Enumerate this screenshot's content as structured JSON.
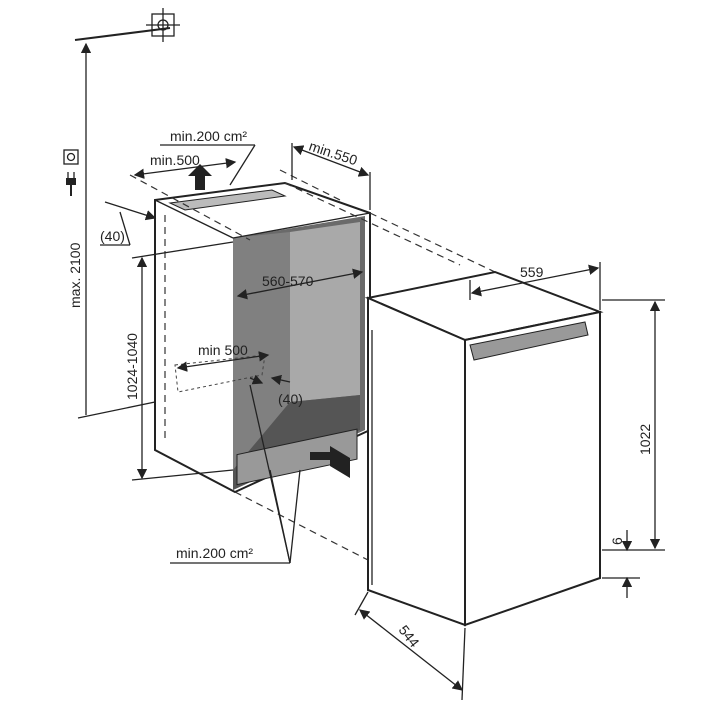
{
  "diagram": {
    "title": "Built-in refrigerator installation dimensions",
    "labels": {
      "top_vent_area": "min.200 cm²",
      "top_depth_min": "min.500",
      "niche_depth_min": "min.550",
      "top_gap": "(40)",
      "max_height": "max. 2100",
      "niche_height": "1024-1040",
      "niche_width": "560-570",
      "bottom_depth_min": "min 500",
      "bottom_gap": "(40)",
      "bottom_vent_area": "min.200 cm²",
      "appliance_width": "559",
      "appliance_height": "1022",
      "bottom_offset": "6",
      "appliance_depth": "544"
    },
    "icons": [
      "power-socket-icon",
      "power-plug-icon",
      "crosshair-reference-icon",
      "airflow-arrow-icon"
    ]
  }
}
